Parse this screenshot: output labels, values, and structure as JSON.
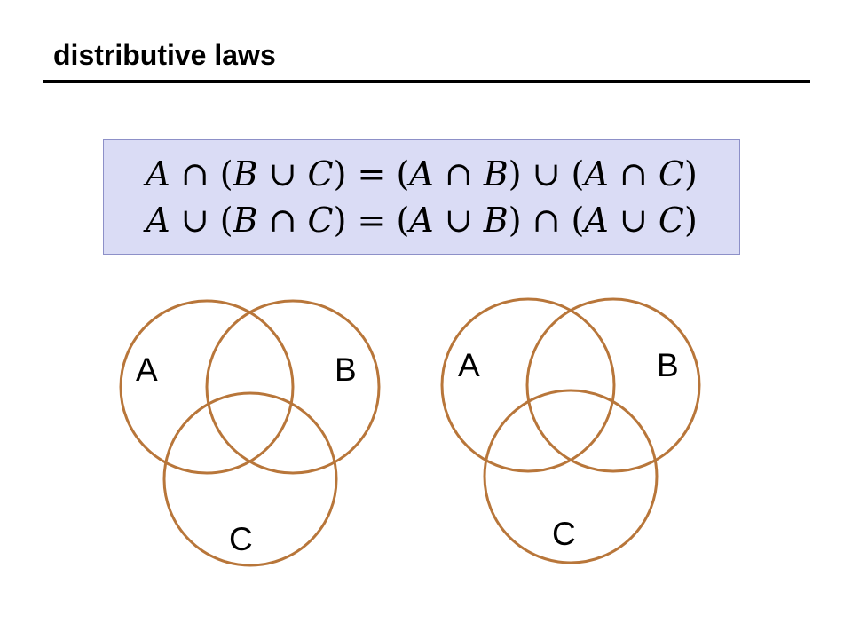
{
  "slide": {
    "title": "distributive laws"
  },
  "formulas": [
    {
      "lhs_set": "A",
      "lhs_op": "∩",
      "inner_left": "B",
      "inner_op": "∪",
      "inner_right": "C",
      "equals": "=",
      "group1_left": "A",
      "group1_op": "∩",
      "group1_right": "B",
      "join_op": "∪",
      "group2_left": "A",
      "group2_op": "∩",
      "group2_right": "C"
    },
    {
      "lhs_set": "A",
      "lhs_op": "∪",
      "inner_left": "B",
      "inner_op": "∩",
      "inner_right": "C",
      "equals": "=",
      "group1_left": "A",
      "group1_op": "∪",
      "group1_right": "B",
      "join_op": "∩",
      "group2_left": "A",
      "group2_op": "∪",
      "group2_right": "C"
    }
  ],
  "venn_diagrams": [
    {
      "labels": {
        "a": "A",
        "b": "B",
        "c": "C"
      }
    },
    {
      "labels": {
        "a": "A",
        "b": "B",
        "c": "C"
      }
    }
  ],
  "colors": {
    "circle_stroke": "#b8763a",
    "formula_background": "#dadcf5",
    "formula_border": "#8d90c8",
    "rule": "#000000"
  }
}
